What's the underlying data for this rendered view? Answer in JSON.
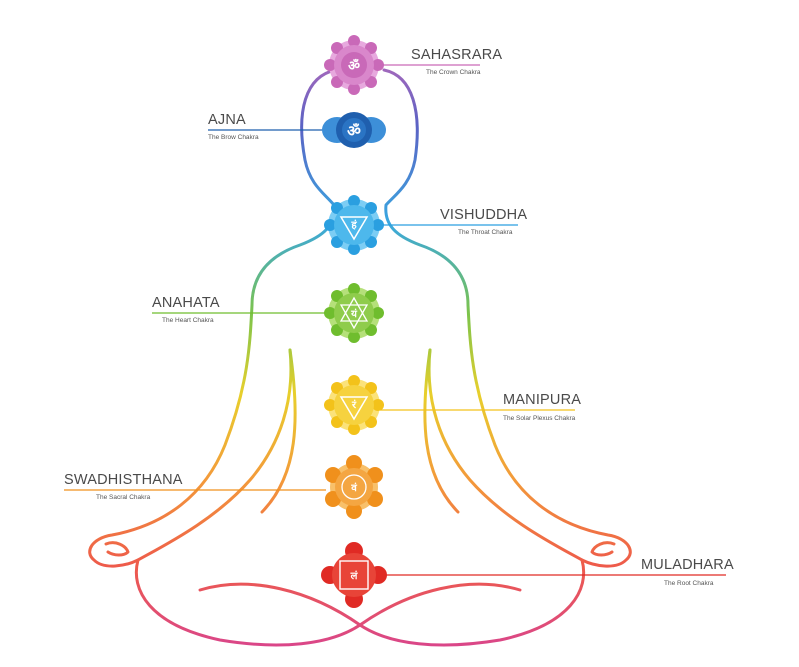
{
  "diagram": {
    "chakras": [
      {
        "id": "sahasrara",
        "name": "SAHASRARA",
        "subtitle": "The Crown Chakra",
        "color": "#c969b8",
        "accent": "#e7a9de",
        "glyph": "ॐ",
        "side": "right"
      },
      {
        "id": "ajna",
        "name": "AJNA",
        "subtitle": "The Brow Chakra",
        "color": "#1f5fae",
        "accent": "#3d8fd8",
        "glyph": "ॐ",
        "side": "left"
      },
      {
        "id": "vishuddha",
        "name": "VISHUDDHA",
        "subtitle": "The Throat Chakra",
        "color": "#2a9fe0",
        "accent": "#7ccdf4",
        "glyph": "हं",
        "side": "right"
      },
      {
        "id": "anahata",
        "name": "ANAHATA",
        "subtitle": "The Heart Chakra",
        "color": "#6fbd2e",
        "accent": "#b5e07a",
        "glyph": "यं",
        "side": "left"
      },
      {
        "id": "manipura",
        "name": "MANIPURA",
        "subtitle": "The Solar Plexus Chakra",
        "color": "#f3c21a",
        "accent": "#fbe27a",
        "glyph": "रं",
        "side": "right"
      },
      {
        "id": "swadhisthana",
        "name": "SWADHISTHANA",
        "subtitle": "The Sacral Chakra",
        "color": "#f0901c",
        "accent": "#f8c06a",
        "glyph": "वं",
        "side": "left"
      },
      {
        "id": "muladhara",
        "name": "MULADHARA",
        "subtitle": "The Root Chakra",
        "color": "#e02a24",
        "accent": "#f37a6a",
        "glyph": "लं",
        "side": "right"
      }
    ]
  }
}
